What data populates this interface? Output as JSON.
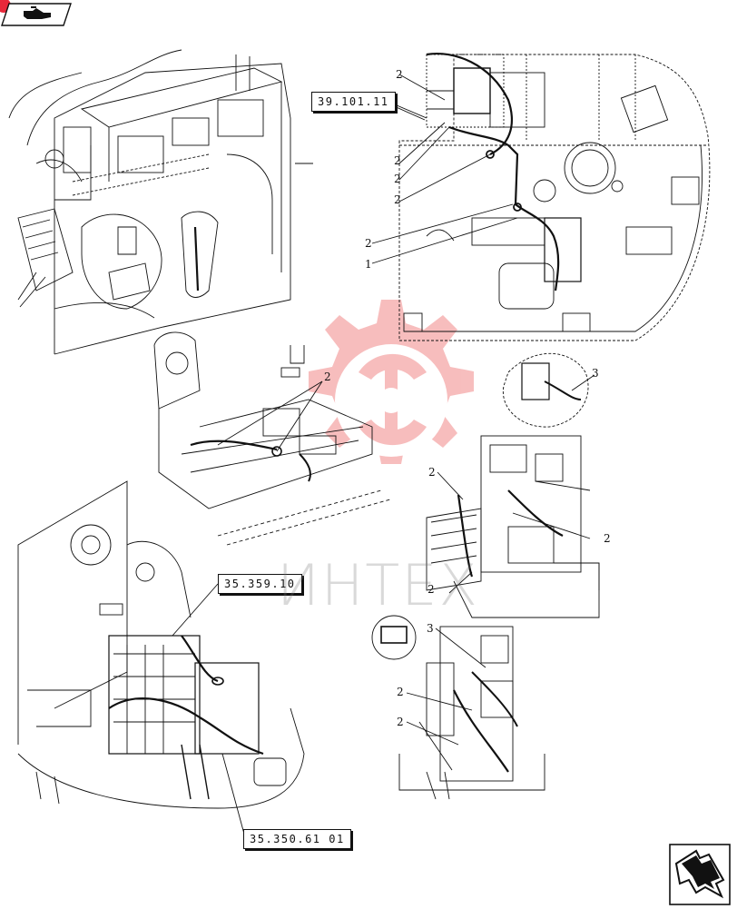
{
  "references": {
    "ref_top": "39.101.11",
    "ref_mid": "35.359.10",
    "ref_bottom": "35.350.61 01"
  },
  "callouts": {
    "top": [
      "2",
      "2",
      "2",
      "2",
      "2",
      "1"
    ],
    "right_inset": "3",
    "center": "2",
    "valve_upper": [
      "2",
      "2",
      "2"
    ],
    "valve_lower": [
      "3",
      "2",
      "2"
    ]
  },
  "watermark": {
    "text": "ИНТЕХ",
    "color": "#e83a3a"
  },
  "colors": {
    "line": "#111111",
    "accent": "#e8283a"
  },
  "navigation": {
    "prev_icon": "hand-pointer-icon",
    "next_icon": "arrow-corner-icon"
  }
}
